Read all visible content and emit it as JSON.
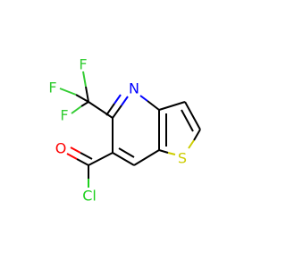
{
  "molecule": {
    "atoms": {
      "nitrogen": {
        "label": "N",
        "color": "#0000ff"
      },
      "sulfur": {
        "label": "S",
        "color": "#cccc00"
      },
      "oxygen": {
        "label": "O",
        "color": "#ff0000"
      },
      "chlorine": {
        "label": "Cl",
        "color": "#1fd01f"
      },
      "fluorine_top": {
        "label": "F",
        "color": "#33cc33"
      },
      "fluorine_left": {
        "label": "F",
        "color": "#33cc33"
      },
      "fluorine_bottom": {
        "label": "F",
        "color": "#33cc33"
      }
    }
  }
}
